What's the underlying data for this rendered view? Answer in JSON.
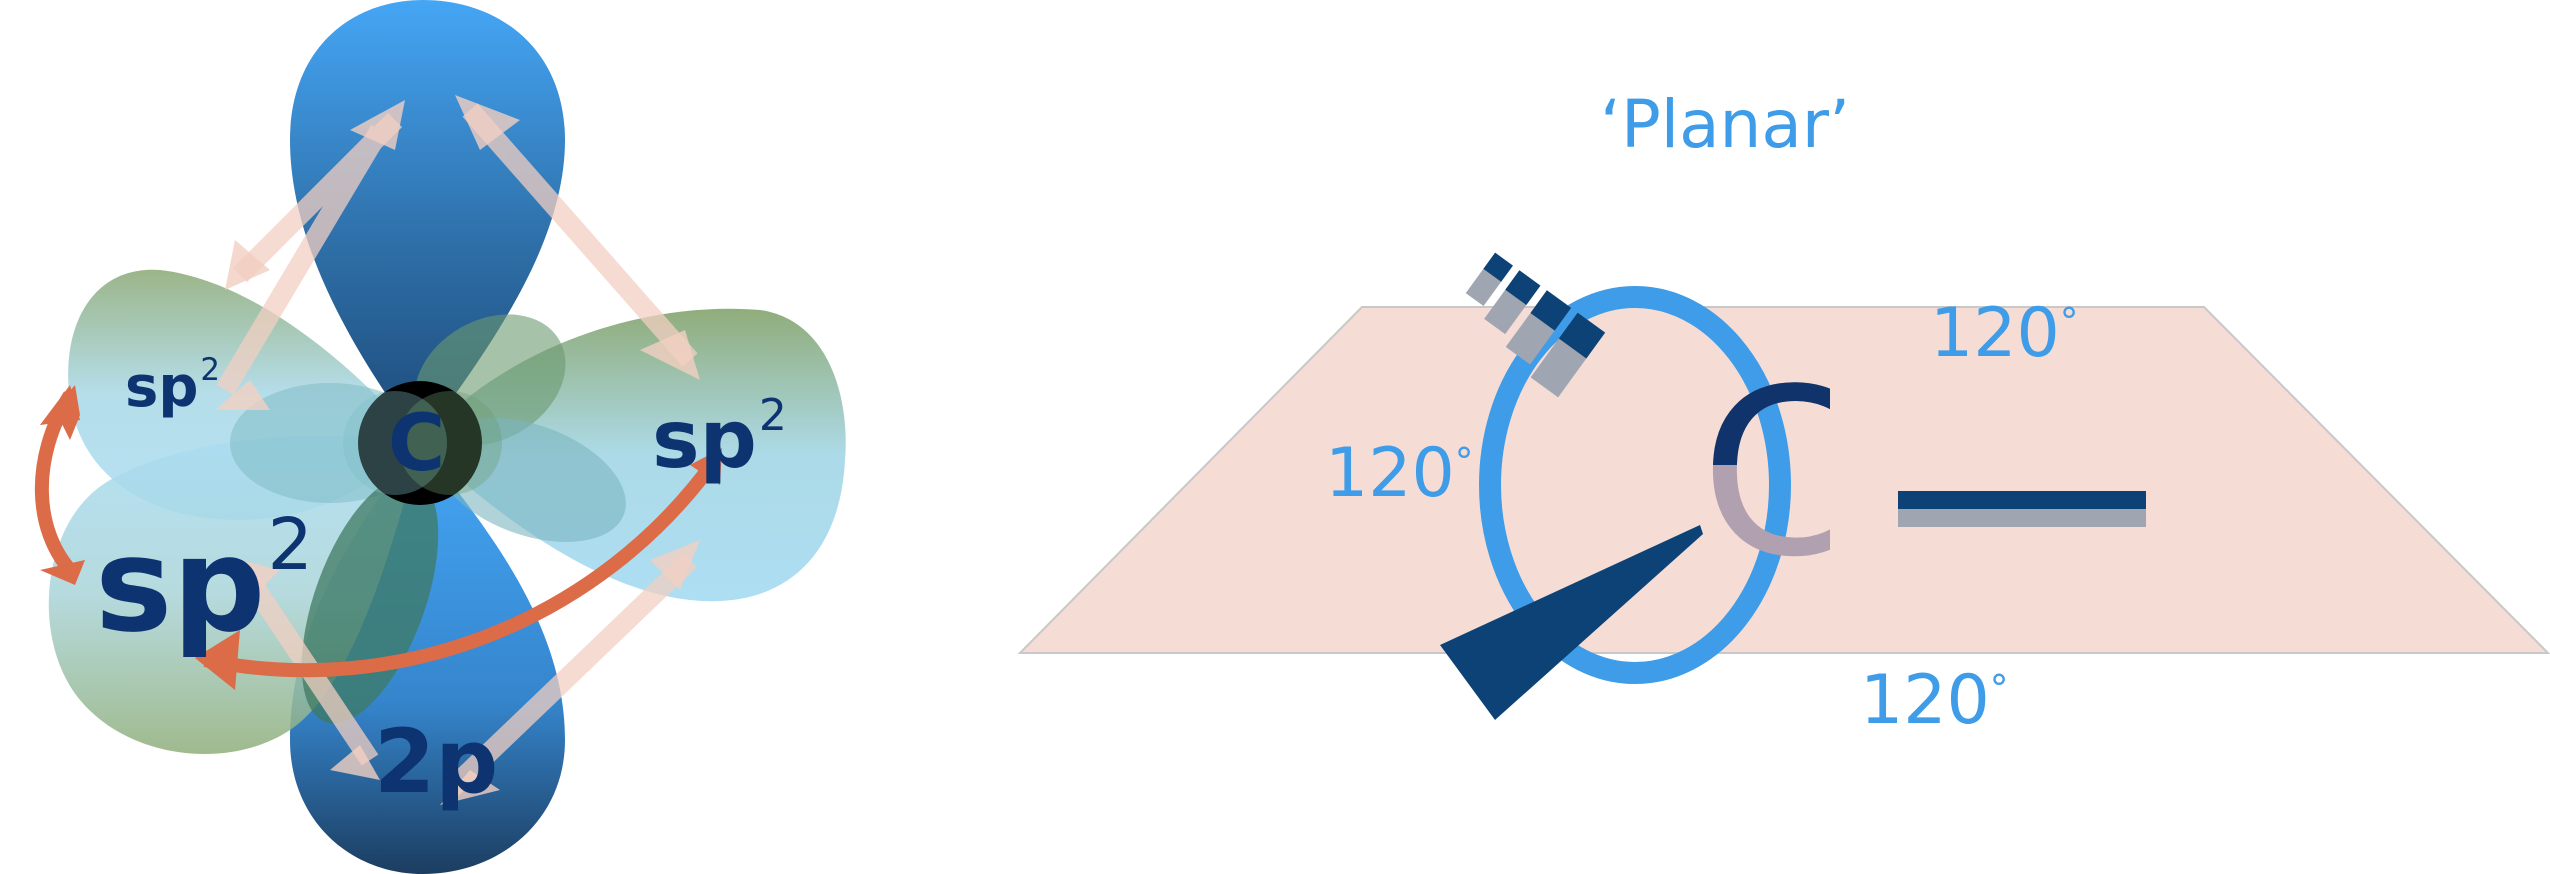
{
  "left_diagram": {
    "center_atom": "C",
    "labels": {
      "sp2_upper_left": {
        "base": "sp",
        "sup": "2"
      },
      "sp2_right": {
        "base": "sp",
        "sup": "2"
      },
      "sp2_lower_left": {
        "base": "sp",
        "sup": "2"
      },
      "p_orbital": "2p"
    },
    "colors": {
      "p_orbital": "#3a8fdc",
      "p_orbital_dark": "#1f4e7a",
      "sp2_green": "#8fae7a",
      "sp2_cyan": "#a9dcf2",
      "arrow_strong": "#dc6b48",
      "arrow_faint": "#f2cfc2",
      "label_navy": "#0d3470",
      "atom_ring": "#000000"
    }
  },
  "right_diagram": {
    "title": "‘Planar’",
    "center_atom": "C",
    "angles": [
      {
        "value": "120",
        "unit": "°",
        "position": "upper-right"
      },
      {
        "value": "120",
        "unit": "°",
        "position": "left"
      },
      {
        "value": "120",
        "unit": "°",
        "position": "bottom"
      }
    ],
    "colors": {
      "plane_fill": "#f5ddd5",
      "plane_edge": "#c8c8c8",
      "angle_ring": "#3f9ce8",
      "bond_navy": "#0c4275",
      "bond_shadow": "#a0a5b2",
      "atom_top": "#10336b",
      "atom_bottom": "#b0a0b0",
      "title": "#3f9ce8"
    }
  }
}
